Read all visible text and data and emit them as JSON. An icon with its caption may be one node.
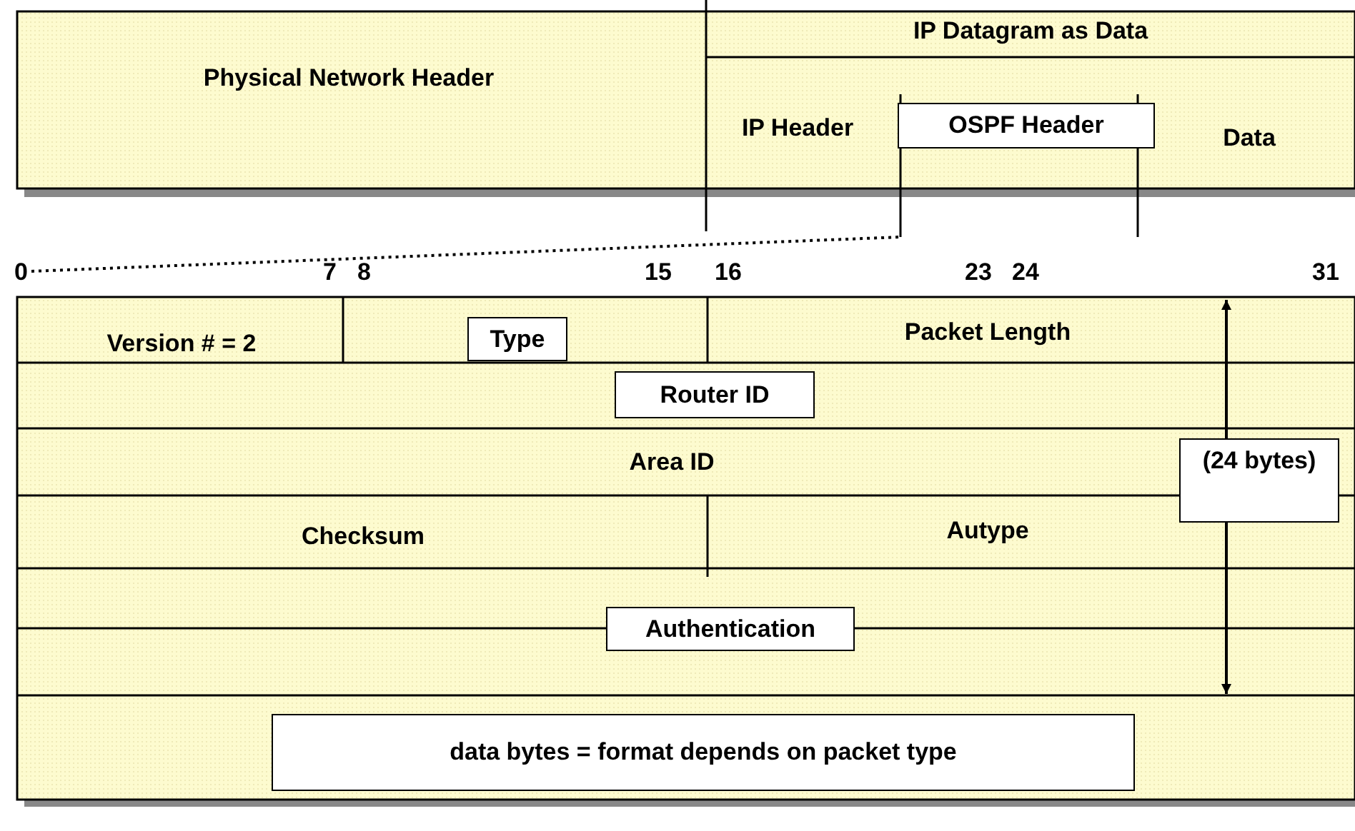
{
  "diagram": {
    "nodes": [
      {
        "text": [
          "Physical Network Header"
        ]
      },
      {
        "text": [
          "IP Datagram as Data"
        ]
      },
      {
        "text": [
          "IP Header"
        ],
        "in": 1
      },
      {
        "text": [
          "OSPF Header"
        ],
        "in": 1
      },
      {
        "text": [
          "Data"
        ],
        "in": 1
      },
      {
        "text": [
          "Version # = 2"
        ]
      },
      {
        "text": [
          "Type"
        ]
      },
      {
        "text": [
          "Packet Length"
        ]
      },
      {
        "text": [
          "Router ID"
        ]
      },
      {
        "text": [
          "Area ID"
        ]
      },
      {
        "text": [
          "Checksum"
        ]
      },
      {
        "text": [
          "Autype"
        ]
      },
      {
        "text": [
          "Authentication"
        ]
      },
      {
        "text": [
          "data bytes = format depends on packet type"
        ]
      }
    ],
    "labels": [
      "0",
      "7",
      "8",
      "15",
      "16",
      "23",
      "24",
      "31",
      "(24 bytes)"
    ]
  }
}
